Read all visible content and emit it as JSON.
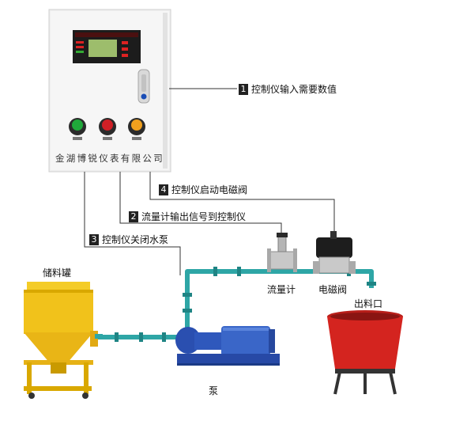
{
  "steps": [
    {
      "num": "1",
      "text": "控制仪输入需要数值"
    },
    {
      "num": "2",
      "text": "流量计输出信号到控制仪"
    },
    {
      "num": "3",
      "text": "控制仪关闭水泵"
    },
    {
      "num": "4",
      "text": "控制仪启动电磁阀"
    }
  ],
  "labels": {
    "tank": "储料罐",
    "pump": "泵",
    "flowmeter": "流量计",
    "valve": "电磁阀",
    "outlet": "出料口"
  },
  "cabinet": {
    "brand": "金湖博锐仪表有限公司",
    "button_colors": [
      "#1fa83a",
      "#d01f26",
      "#f0a01e"
    ]
  },
  "colors": {
    "pipe": "#2ea6a6",
    "pump": "#2a4fb0",
    "tank": "#f1c21b",
    "bucket": "#d4241f",
    "signal_line": "#333333"
  }
}
